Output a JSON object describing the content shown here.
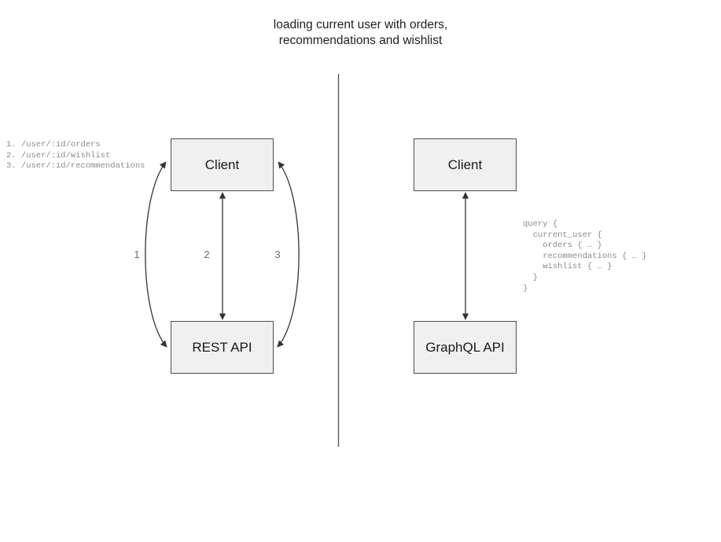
{
  "title": {
    "text": "loading current user with orders,\nrecommendations and wishlist"
  },
  "divider": {
    "name": "vertical-divider",
    "color": "#595959"
  },
  "left_panel": {
    "name": "rest-api-comparison",
    "nodes": [
      {
        "id": "client",
        "label": "Client"
      },
      {
        "id": "rest-api",
        "label": "REST API"
      }
    ],
    "edges": [
      {
        "id": "edge-1",
        "label": "1",
        "style": "curved-left",
        "bidirectional": true
      },
      {
        "id": "edge-2",
        "label": "2",
        "style": "straight",
        "bidirectional": true
      },
      {
        "id": "edge-3",
        "label": "3",
        "style": "curved-right",
        "bidirectional": true
      }
    ],
    "endpoints_note": "1. /user/:id/orders\n2. /user/:id/wishlist\n3. /user/:id/recommendations"
  },
  "right_panel": {
    "name": "graphql-api-comparison",
    "nodes": [
      {
        "id": "client",
        "label": "Client"
      },
      {
        "id": "graphql-api",
        "label": "GraphQL API"
      }
    ],
    "edges": [
      {
        "id": "edge-gql",
        "label": "",
        "style": "straight",
        "bidirectional": true
      }
    ],
    "query_note": "query {\n  current_user {\n    orders { … }\n    recommendations { … }\n    wishlist { … }\n  }\n}"
  },
  "colors": {
    "node_fill": "#f0f0f0",
    "node_border": "#4d4d4d",
    "edge": "#333333",
    "label_muted": "#8c8c8c",
    "text": "#1a1a1a",
    "background": "#ffffff"
  }
}
